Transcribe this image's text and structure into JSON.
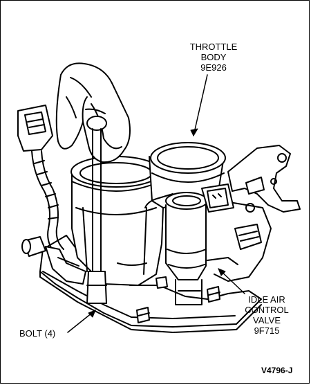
{
  "labels": {
    "throttle_body": [
      "THROTTLE",
      "BODY",
      "9E926"
    ],
    "idle_air_control_valve": [
      "IDLE AIR",
      "CONTROL",
      "VALVE",
      "9F715"
    ],
    "bolt": "BOLT (4)",
    "figure_code": "V4796-J"
  }
}
